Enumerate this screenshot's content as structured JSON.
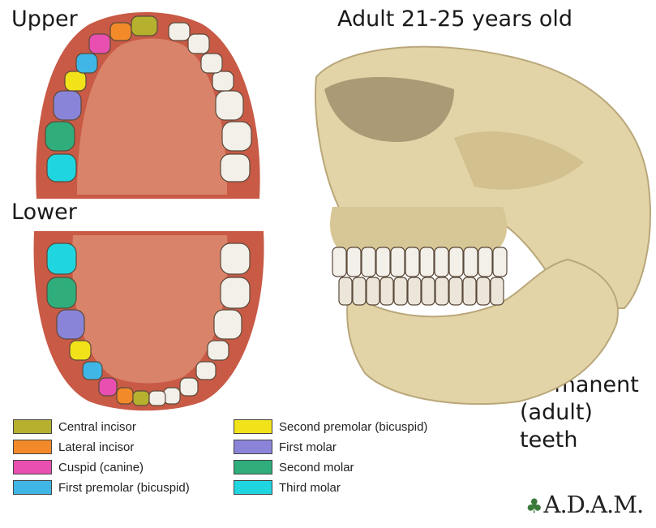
{
  "titles": {
    "upper": "Upper",
    "lower": "Lower",
    "adult": "Adult 21-25 years old",
    "permanent": [
      "Permanent",
      "(adult)",
      "teeth"
    ]
  },
  "legend": [
    {
      "label": "Central incisor",
      "color": "#b5b12e"
    },
    {
      "label": "Lateral incisor",
      "color": "#f28a2a"
    },
    {
      "label": "Cuspid (canine)",
      "color": "#e84fb0"
    },
    {
      "label": "First premolar (bicuspid)",
      "color": "#3fb6e6"
    },
    {
      "label": "Second premolar (bicuspid)",
      "color": "#f2e21a"
    },
    {
      "label": "First molar",
      "color": "#8a84d8"
    },
    {
      "label": "Second molar",
      "color": "#2fae7c"
    },
    {
      "label": "Third molar",
      "color": "#1fd6e0"
    }
  ],
  "logo": "A.D.A.M.",
  "colors": {
    "gum": "#c85a46",
    "palate": "#d9836a",
    "bone": "#e3d4a8",
    "tooth": "#f3efe9"
  }
}
